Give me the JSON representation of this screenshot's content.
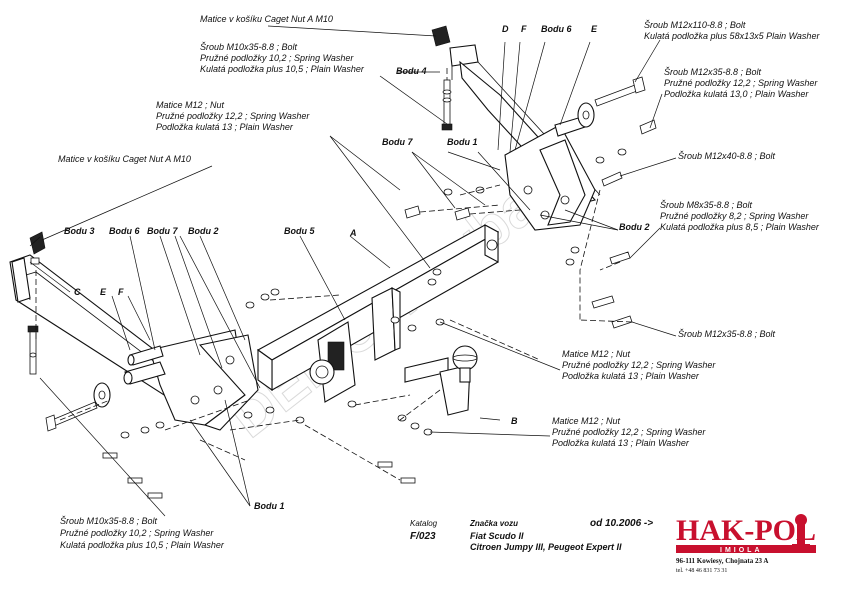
{
  "callouts": {
    "nut_m10_top": "Matice v košíku Caget Nut A M10",
    "nut_m10_left": "Matice v košíku  Caget Nut A M10",
    "bolt_m10x35_top": [
      "Šroub M10x35-8.8 ;  Bolt",
      "Pružné podložky  10,2 ; Spring Washer",
      "Kulatá podložka plus  10,5 ; Plain Washer"
    ],
    "nut_m12_top": [
      "Matice  M12 ; Nut",
      "Pružné podložky  12,2 ; Spring Washer",
      "Podložka kulatá 13 ; Plain Washer"
    ],
    "bolt_m12x110": [
      "Šroub M12x110-8.8 ;  Bolt",
      "Kulatá podložka plus 58x13x5  Plain Washer"
    ],
    "bolt_m12x35_right": [
      "Šroub M12x35-8.8 ;  Bolt",
      "Pružné podložky  12,2 ; Spring Washer",
      "Podložka kulatá 13,0 ; Plain Washer"
    ],
    "bolt_m12x40": "Šroub M12x40-8.8 ;  Bolt",
    "bolt_m8x35": [
      "Šroub M8x35-8.8 ;  Bolt",
      "Pružné podložky  8,2 ; Spring Washer",
      "Kulatá podložka plus 8,5 ; Plain Washer"
    ],
    "bolt_m12x35_bottom": "Šroub M12x35-8.8 ;  Bolt",
    "nut_m12_mid": [
      "Matice  M12 ; Nut",
      "Pružné podložky  12,2 ; Spring Washer",
      "Podložka kulatá 13 ; Plain Washer"
    ],
    "nut_m12_low": [
      "Matice  M12 ; Nut",
      "Pružné podložky  12,2 ; Spring Washer",
      "Podložka kulatá 13 ; Plain Washer"
    ],
    "bolt_m10x35_bottom": [
      "Šroub M10x35-8.8 ;  Bolt",
      "Pružné podložky  10,2 ; Spring Washer",
      "Kulatá podložka plus  10,5 ; Plain Washer"
    ]
  },
  "points": {
    "bodu1": "Bodu 1",
    "bodu2": "Bodu 2",
    "bodu3": "Bodu 3",
    "bodu4": "Bodu 4",
    "bodu5": "Bodu 5",
    "bodu6": "Bodu 6",
    "bodu7": "Bodu 7",
    "A": "A",
    "B": "B",
    "C": "C",
    "D": "D",
    "E": "E",
    "F": "F"
  },
  "footer": {
    "catalog_label": "Katalog",
    "catalog_value": "F/023",
    "brand_label": "Značka vozu",
    "vehicle_1": "Fiat Scudo II",
    "vehicle_2": "Citroen Jumpy III, Peugeot Expert II",
    "from_date": "od  10.2006 ->"
  },
  "logo": {
    "name": "HAK-POL",
    "tag": "IMIOLA",
    "address": "96-111 Kowiesy, Chojnata 23 A",
    "phone": "tel. +48 46 831 73 31",
    "color": "#c8102e"
  },
  "watermark": "DEMO Towbars"
}
